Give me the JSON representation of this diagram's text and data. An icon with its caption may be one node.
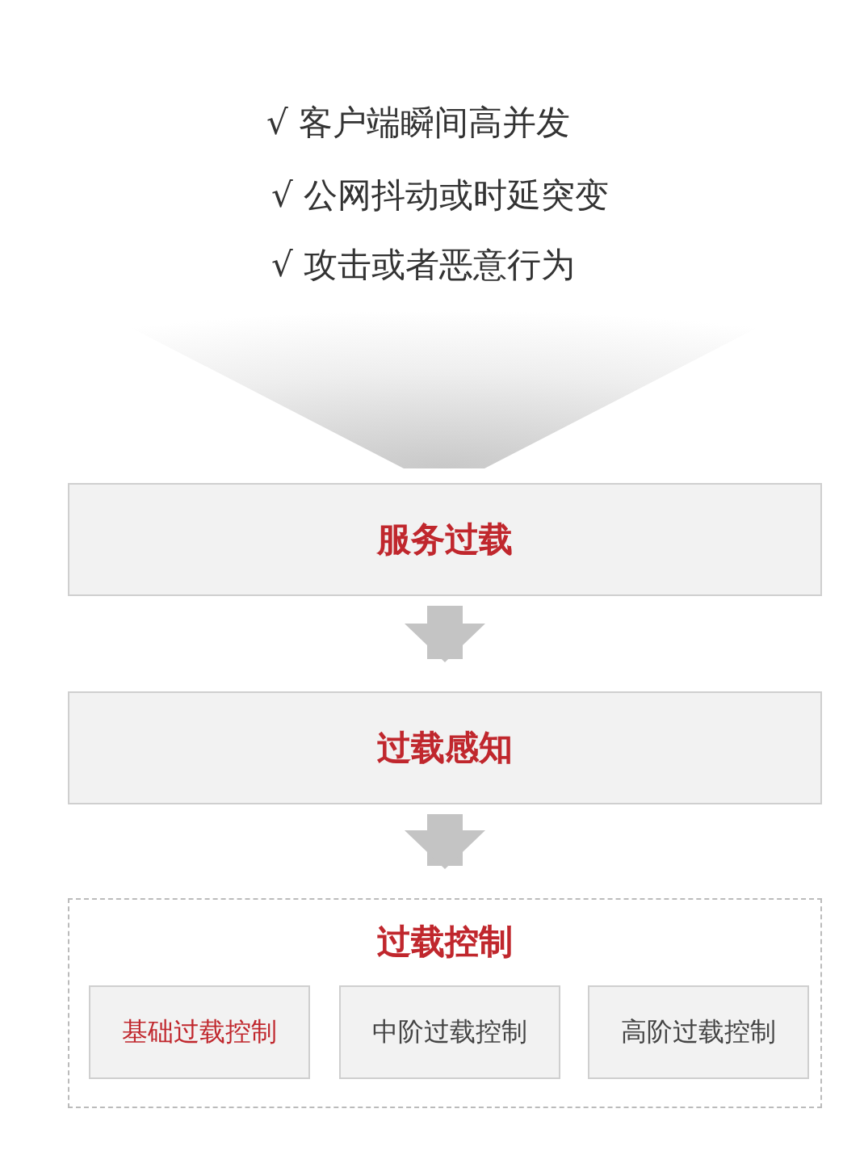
{
  "diagram": {
    "nodes": [
      {
        "text": [
          "服务过载"
        ]
      },
      {
        "text": [
          "过载感知"
        ]
      },
      {
        "text": [
          "过载控制"
        ]
      },
      {
        "text": [
          "基础过载控制"
        ],
        "in": 2
      },
      {
        "text": [
          "中阶过载控制"
        ],
        "in": 2
      },
      {
        "text": [
          "高阶过载控制"
        ],
        "in": 2
      }
    ],
    "edges": [
      {
        "from": 0,
        "to": 1,
        "arrow": "to"
      },
      {
        "from": 1,
        "to": 2,
        "arrow": "to"
      }
    ],
    "labels": [
      "√ 客户端瞬间高并发",
      "√ 公网抖动或时延突变",
      "√ 攻击或者恶意行为"
    ]
  }
}
